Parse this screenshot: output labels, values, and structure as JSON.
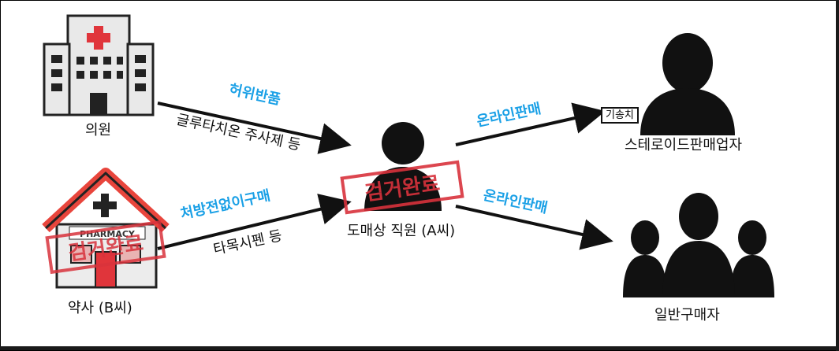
{
  "nodes": {
    "clinic": "의원",
    "pharmacy": "약사 (B씨)",
    "wholesaler": "도매상 직원 (A씨)",
    "steroid_seller": "스테로이드판매업자",
    "general_buyer": "일반구매자"
  },
  "edges": {
    "e1_top": "허위반품",
    "e1_bottom": "글루타치온 주사제 등",
    "e2_top": "처방전없이구매",
    "e2_bottom": "타목시펜 등",
    "e3_top": "온라인판매",
    "e4_top": "온라인판매"
  },
  "tags": {
    "seller_box": "기송치",
    "arrest_stamp_center": "검거완료",
    "arrest_stamp_pharmacy": "검거완료"
  },
  "pharmacy_sign": "PHARMACY",
  "colors": {
    "edge_label_blue": "#1aa0e6",
    "stamp_red": "#d8323c",
    "cross_red": "#e0353b",
    "pharmacy_roof": "#e8453c"
  }
}
